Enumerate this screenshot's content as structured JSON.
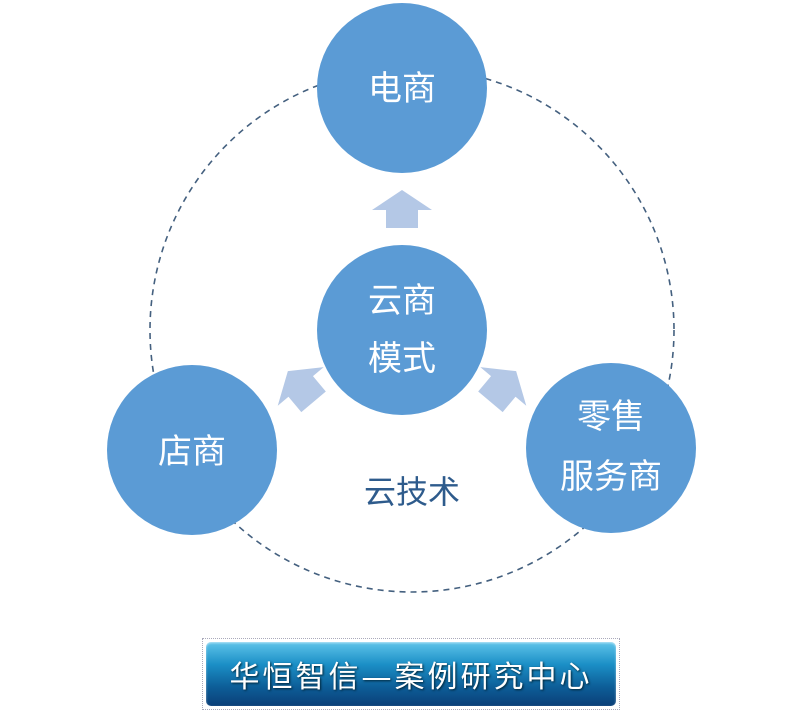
{
  "nodes": {
    "top": "电商",
    "center_line1": "云商",
    "center_line2": "模式",
    "left": "店商",
    "right_line1": "零售",
    "right_line2": "服务商"
  },
  "ring_label": "云技术",
  "banner": "华恒智信—案例研究中心",
  "colors": {
    "node": "#5b9bd5",
    "arrow": "#b4c8e6",
    "ring": "#44607f",
    "label": "#2e5b8c"
  }
}
